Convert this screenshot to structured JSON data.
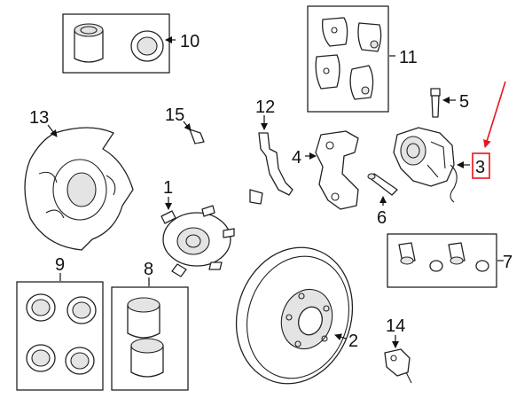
{
  "diagram": {
    "callouts": {
      "c1": "1",
      "c2": "2",
      "c3": "3",
      "c4": "4",
      "c5": "5",
      "c6": "6",
      "c7": "7",
      "c8": "8",
      "c9": "9",
      "c10": "10",
      "c11": "11",
      "c12": "12",
      "c13": "13",
      "c14": "14",
      "c15": "15"
    },
    "colors": {
      "line": "#222222",
      "highlight": "#e8141b",
      "background": "#ffffff"
    }
  }
}
